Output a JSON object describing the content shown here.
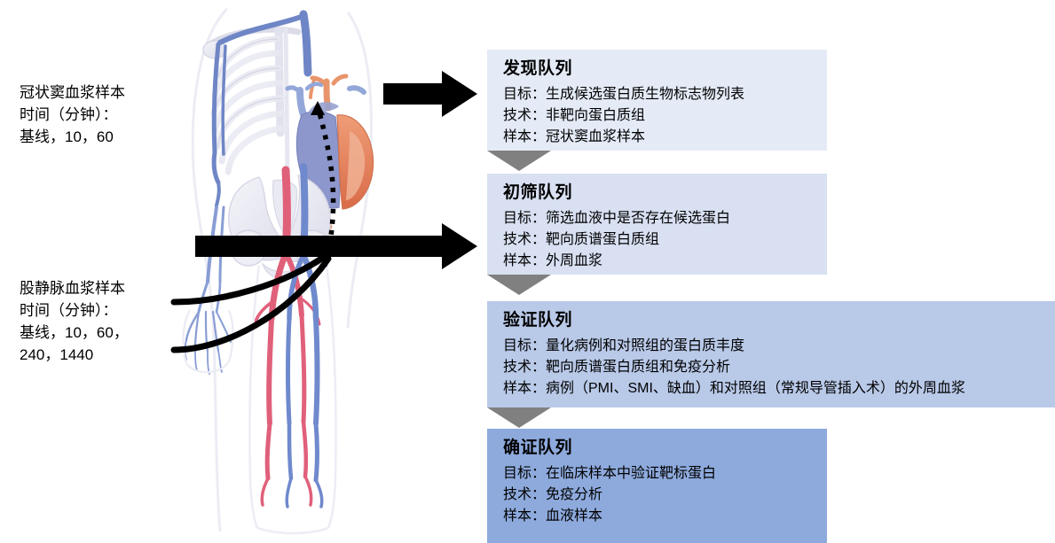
{
  "left_labels": [
    {
      "id": "coronary-sinus-sample",
      "text": "冠状窦血浆样本\n时间（分钟）：\n基线，10，60"
    },
    {
      "id": "femoral-vein-sample",
      "text": "股静脉血浆样本\n时间（分钟）：\n基线，10，60，\n240，1440"
    }
  ],
  "illustration": {
    "name": "human-vascular-anatomy-with-heart-inset",
    "catheter_path_label": "dotted-catheter-path",
    "colors": {
      "vein": "#7f94cf",
      "artery": "#e4697c",
      "bone": "#e8e9f2",
      "heart_muscle": "#e8825e",
      "heart_chamber": "#8a93c8"
    }
  },
  "arrows": [
    {
      "name": "arrow-to-discovery-cohort",
      "color": "#000000"
    },
    {
      "name": "arrow-to-screening-cohort",
      "color": "#000000"
    }
  ],
  "connector": {
    "name": "down-chevron-connector",
    "color": "#808080"
  },
  "panels": [
    {
      "id": "discovery",
      "title": "发现队列",
      "bg": "#e4ebf7",
      "lines": [
        "目标：生成候选蛋白质生物标志物列表",
        "技术：非靶向蛋白质组",
        "样本：冠状窦血浆样本"
      ]
    },
    {
      "id": "screening",
      "title": "初筛队列",
      "bg": "#d8e0f2",
      "lines": [
        "目标：筛选血液中是否存在候选蛋白",
        "技术：靶向质谱蛋白质组",
        "样本：外周血浆"
      ]
    },
    {
      "id": "verification",
      "title": "验证队列",
      "bg": "#b9c9e8",
      "lines": [
        "目标：量化病例和对照组的蛋白质丰度",
        "技术：靶向质谱蛋白质组和免疫分析",
        "样本：病例（PMI、SMI、缺血）和对照组（常规导管插入术）的外周血浆"
      ]
    },
    {
      "id": "validation",
      "title": "确证队列",
      "bg": "#8eaadd",
      "lines": [
        "目标：在临床样本中验证靶标蛋白",
        "技术：免疫分析",
        "样本：血液样本"
      ]
    }
  ]
}
